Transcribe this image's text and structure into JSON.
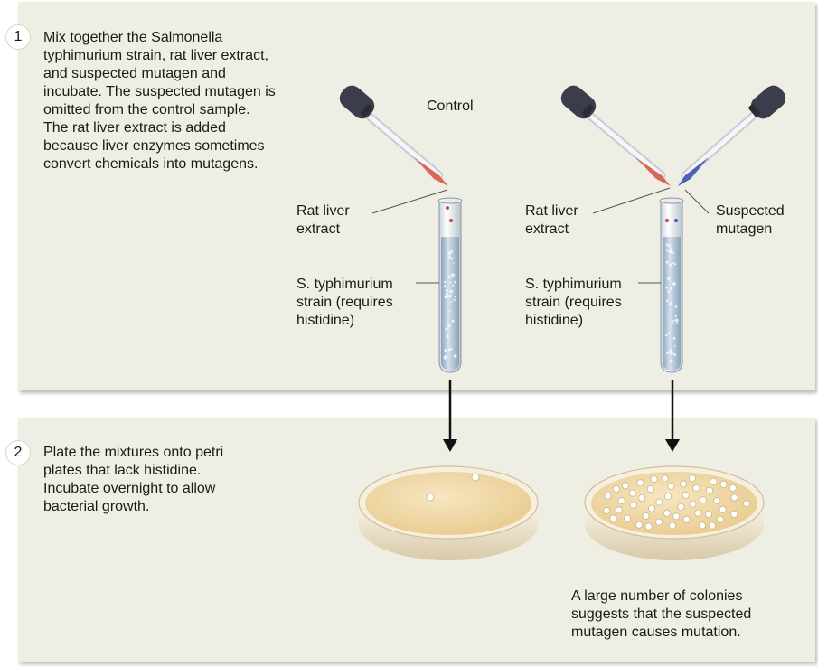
{
  "step1": {
    "number": "1",
    "text": "Mix together the Salmonella\ntyphimurium strain, rat liver extract,\nand suspected mutagen and\nincubate. The suspected mutagen is\nomitted from the control sample.\nThe rat liver extract is added\nbecause liver enzymes sometimes\nconvert chemicals into mutagens."
  },
  "control_label": "Control",
  "left_tube": {
    "rat_liver_label": "Rat liver\nextract",
    "strain_label": "S. typhimurium\nstrain (requires\nhistidine)"
  },
  "right_tube": {
    "rat_liver_label": "Rat liver\nextract",
    "mutagen_label": "Suspected\nmutagen",
    "strain_label": "S. typhimurium\nstrain (requires\nhistidine)"
  },
  "step2": {
    "number": "2",
    "text": "Plate the mixtures onto petri\nplates that lack histidine.\nIncubate overnight to allow\nbacterial growth."
  },
  "result_caption": "A large number of colonies\nsuggests that the suspected\nmutagen causes mutation.",
  "colors": {
    "panel": "#efeee4",
    "liver_extract": "#d9685a",
    "mutagen": "#4a63b5",
    "dropper_bulb": "#3b3d4a",
    "agar": "#f1d9a6",
    "bacteria": "#b9cde0"
  }
}
